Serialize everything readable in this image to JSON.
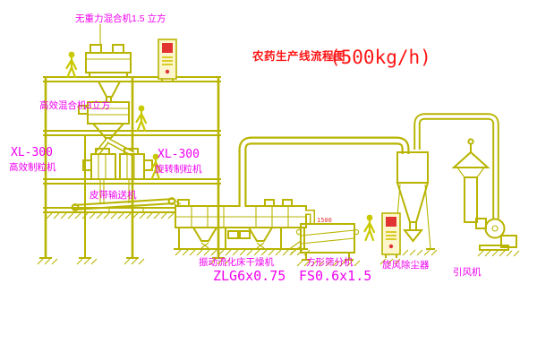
{
  "title": {
    "text": "农药生产线流程图",
    "capacity": "(500kg/h)"
  },
  "equipment_labels": {
    "gravity_mixer": "无重力混合机1.5 立方",
    "high_eff_mixer": "高效混合机3立方",
    "granulator_left_model": "XL-300",
    "granulator_left_name": "高效制粒机",
    "granulator_right_model": "XL-300",
    "granulator_right_name": "旋转制粒机",
    "belt_conveyor": "皮带输送机",
    "dryer_name": "振动流化床干燥机",
    "dryer_model": "ZLG6x0.75",
    "sieve_name": "方形筛分机",
    "sieve_model": "FS0.6x1.5",
    "sieve_dim": "1500",
    "cyclone": "旋风除尘器",
    "fan": "引风机"
  },
  "colors": {
    "drawing_line": "#b8b400",
    "figure": "#c9c900",
    "label_magenta": "#f000f0",
    "title_red": "#ff1515",
    "alert_red": "#e23333",
    "background": "#ffffff"
  }
}
